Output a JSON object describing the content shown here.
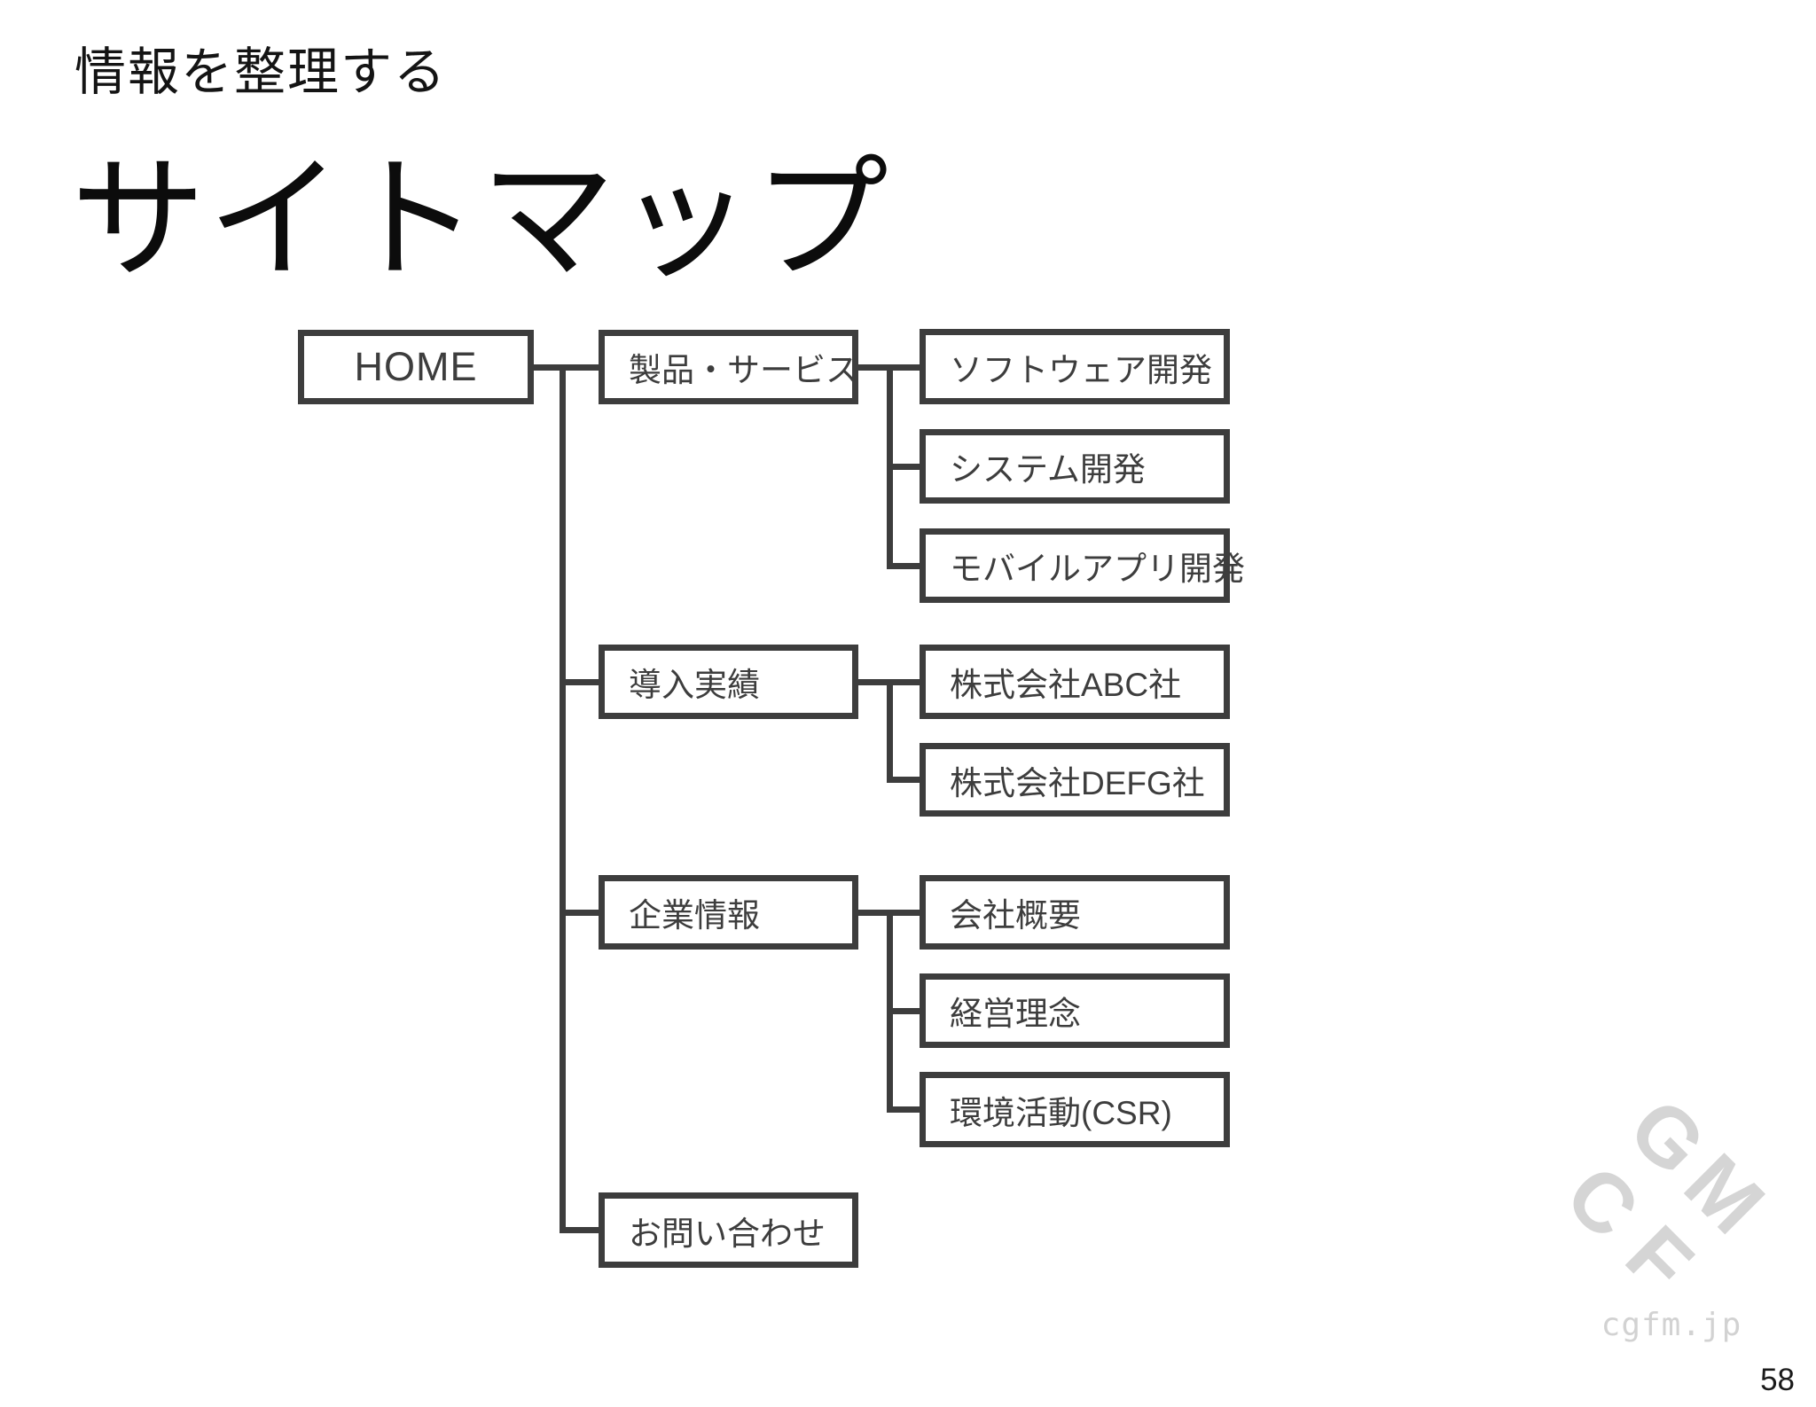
{
  "slide": {
    "eyebrow": "情報を整理する",
    "title": "サイトマップ",
    "page_number": "58"
  },
  "sitemap": {
    "root": {
      "label": "HOME"
    },
    "sections": [
      {
        "label": "製品・サービス",
        "children": [
          "ソフトウェア開発",
          "システム開発",
          "モバイルアプリ開発"
        ]
      },
      {
        "label": "導入実績",
        "children": [
          "株式会社ABC社",
          "株式会社DEFG社"
        ]
      },
      {
        "label": "企業情報",
        "children": [
          "会社概要",
          "経営理念",
          "環境活動(CSR)"
        ]
      },
      {
        "label": "お問い合わせ",
        "children": []
      }
    ]
  },
  "watermark": {
    "letters": [
      "G",
      "M",
      "C",
      "F"
    ],
    "site_text": "cgfm.jp"
  },
  "colors": {
    "diagram_line": "#3d3d3d",
    "box_background": "#ffffff",
    "box_text": "#3d3d3d",
    "title_text": "#0c0c0c",
    "watermark_gray": "#d5d5d5"
  }
}
